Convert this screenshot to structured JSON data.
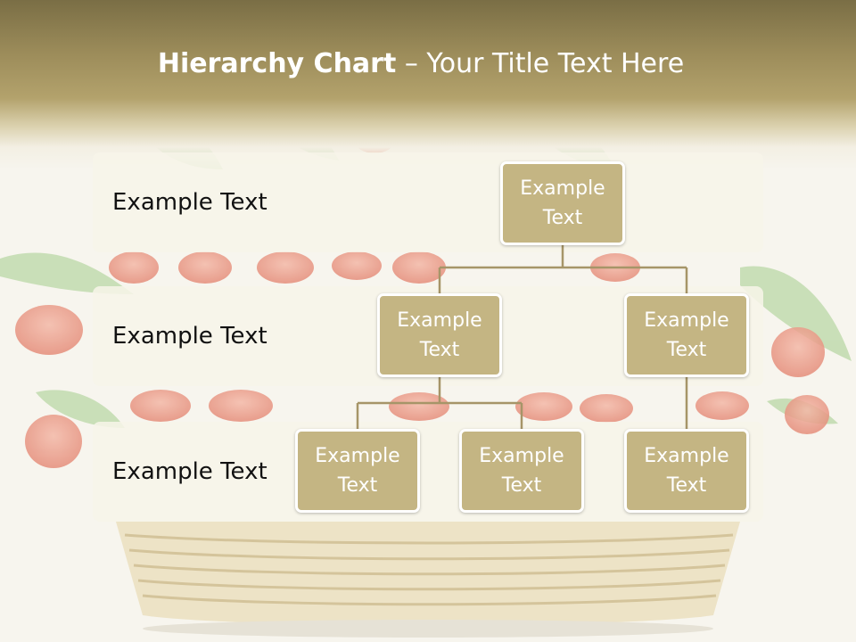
{
  "slide": {
    "title_bold": "Hierarchy Chart",
    "title_rest": " – Your Title Text Here"
  },
  "levels": [
    {
      "label": "Example Text"
    },
    {
      "label": "Example Text"
    },
    {
      "label": "Example Text"
    }
  ],
  "nodes": {
    "root": "Example Text",
    "left": "Example Text",
    "right": "Example Text",
    "left_child_1": "Example Text",
    "left_child_2": "Example Text",
    "right_child": "Example Text"
  },
  "colors": {
    "node_fill": "#c4b583",
    "connector": "#a69568",
    "header": "#8f8050"
  }
}
